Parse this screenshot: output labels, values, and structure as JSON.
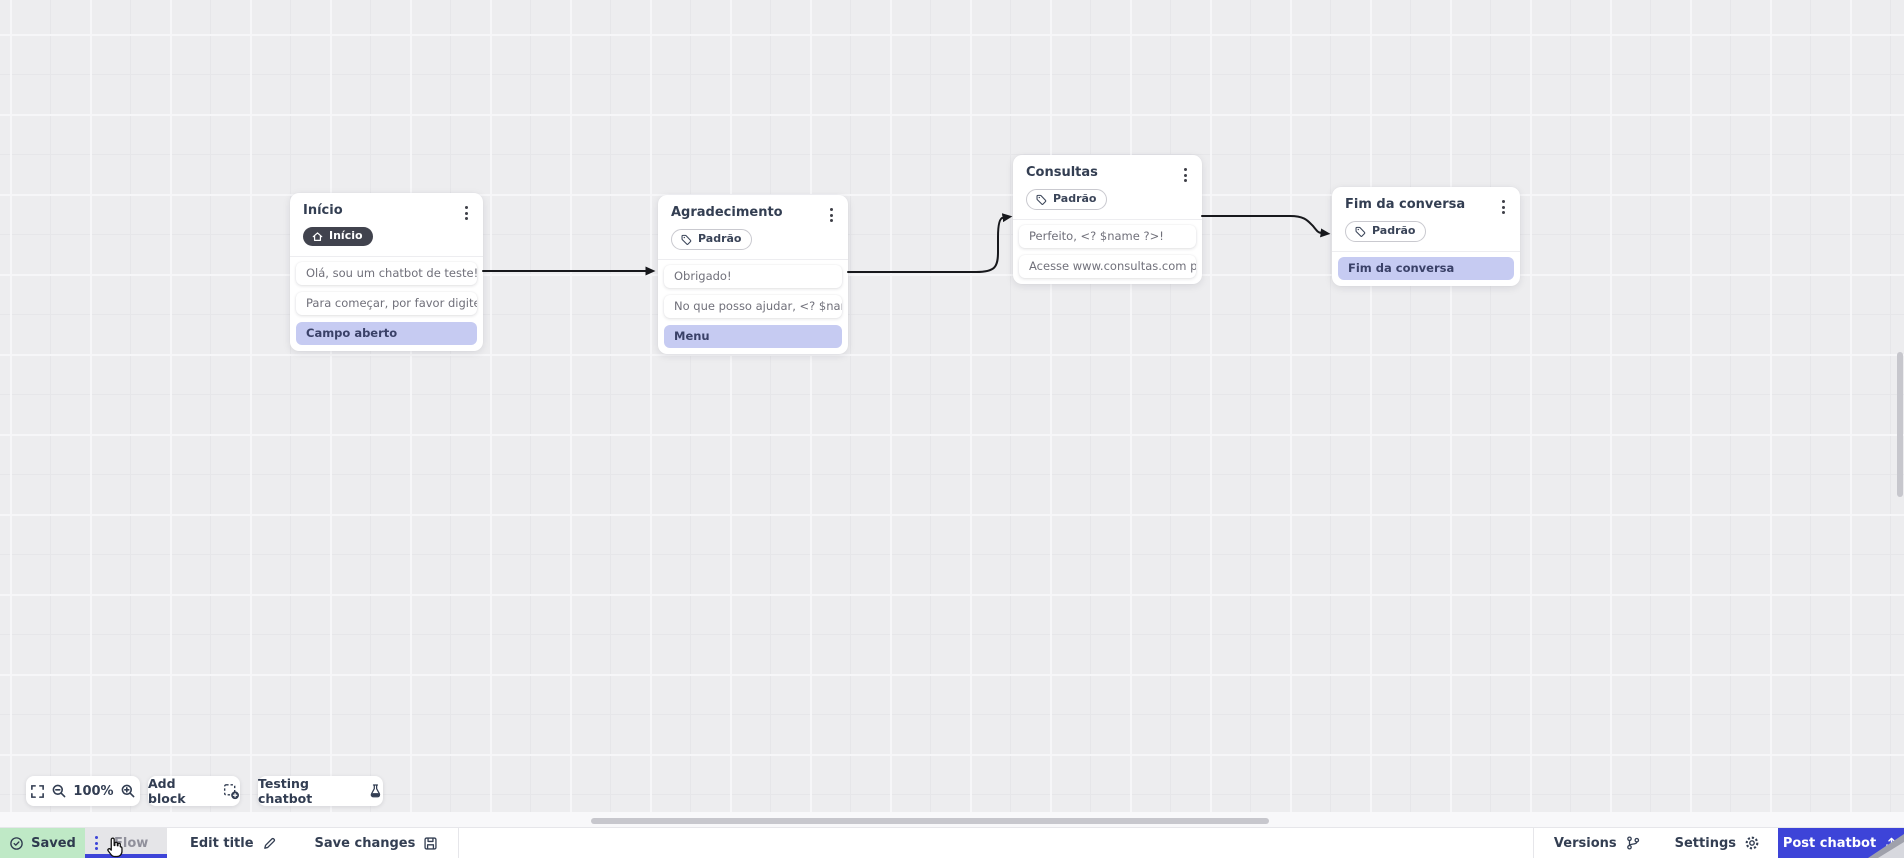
{
  "nodes": [
    {
      "title": "Início",
      "badge": "Início",
      "rows": [
        "Olá, sou um chatbot de teste!",
        "Para começar, por favor digite o ...",
        "Campo aberto"
      ]
    },
    {
      "title": "Agradecimento",
      "badge": "Padrão",
      "rows": [
        "Obrigado!",
        "No que posso ajudar, <? $name ...",
        "Menu"
      ]
    },
    {
      "title": "Consultas",
      "badge": "Padrão",
      "rows": [
        "Perfeito, <? $name ?>!",
        "Acesse www.consultas.com par..."
      ]
    },
    {
      "title": "Fim da conversa",
      "badge": "Padrão",
      "rows": [
        "Fim da conversa"
      ]
    }
  ],
  "toolbar": {
    "zoom_level": "100%",
    "add_block": "Add block",
    "testing_chatbot": "Testing chatbot"
  },
  "statusbar": {
    "saved": "Saved",
    "flow_tab": "Flow",
    "edit_title": "Edit title",
    "save_changes": "Save changes",
    "versions": "Versions",
    "settings": "Settings",
    "post_chatbot": "Post chatbot"
  },
  "colors": {
    "accent": "#3d44d8",
    "action_row_bg": "#c6cbf2",
    "saved_bg": "#bfe9c6",
    "canvas_bg": "#ededef",
    "wire": "#17181c"
  },
  "icons": [
    "home-icon",
    "tag-icon",
    "kebab-menu-icon",
    "fullscreen-icon",
    "zoom-out-icon",
    "zoom-in-icon",
    "add-block-icon",
    "flask-icon",
    "check-circle-icon",
    "pencil-icon",
    "save-icon",
    "git-branch-icon",
    "gear-icon",
    "upload-icon",
    "hand-cursor-icon"
  ]
}
